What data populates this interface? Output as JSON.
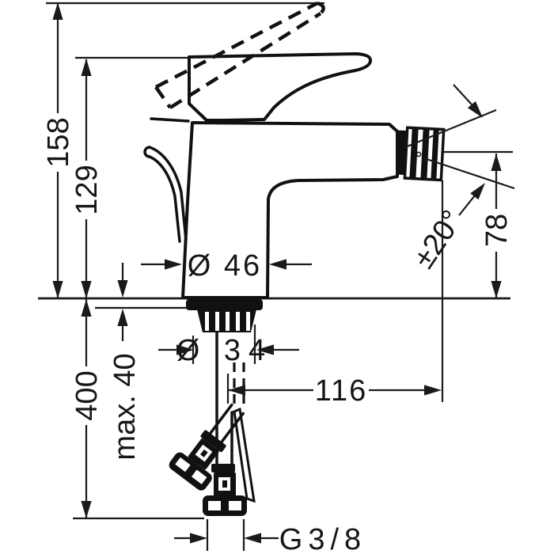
{
  "colors": {
    "background": "#ffffff",
    "ink": "#1a1a1a"
  },
  "dimensions": {
    "total_height": "158",
    "spout_height": "129",
    "body_diameter": "Ø 46",
    "shank_diameter": "Ø 34",
    "max_deck_thickness": "max. 40",
    "hose_length": "400",
    "spout_reach": "116",
    "outlet_height": "78",
    "spray_angle": "±20°",
    "thread_size": "G3/8"
  }
}
